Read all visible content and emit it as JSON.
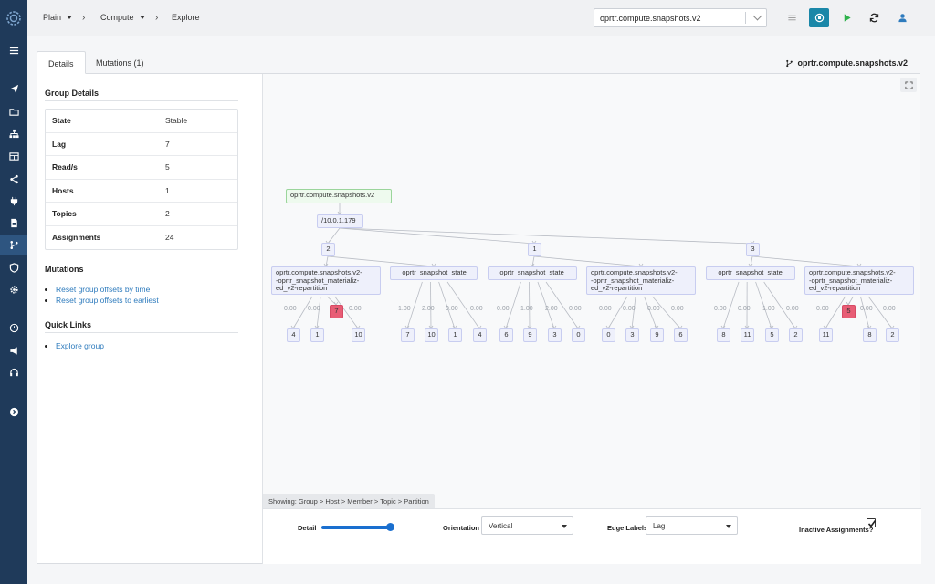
{
  "breadcrumb": {
    "root": "Plain",
    "section": "Compute",
    "page": "Explore"
  },
  "header": {
    "group_select_value": "oprtr.compute.snapshots.v2"
  },
  "tabs": [
    {
      "label": "Details"
    },
    {
      "label": "Mutations (1)"
    }
  ],
  "group_name": "oprtr.compute.snapshots.v2",
  "group_details": {
    "title": "Group Details",
    "rows": [
      {
        "key": "State",
        "value": "Stable"
      },
      {
        "key": "Lag",
        "value": "7"
      },
      {
        "key": "Read/s",
        "value": "5"
      },
      {
        "key": "Hosts",
        "value": "1"
      },
      {
        "key": "Topics",
        "value": "2"
      },
      {
        "key": "Assignments",
        "value": "24"
      }
    ]
  },
  "mutations": {
    "title": "Mutations",
    "links": [
      "Reset group offsets by time",
      "Reset group offsets to earliest"
    ]
  },
  "quick_links": {
    "title": "Quick Links",
    "links": [
      "Explore group"
    ]
  },
  "graph": {
    "group_node": "oprtr.compute.snapshots.v2",
    "host_node": "/10.0.1.179",
    "members": [
      "2",
      "1",
      "3"
    ],
    "topics": [
      {
        "line1": "oprtr.compute.snapshots.v2-",
        "line2": "-oprtr_snapshot_materializ-",
        "line3": "ed_v2-repartition"
      },
      {
        "line1": "__oprtr_snapshot_state"
      },
      {
        "line1": "__oprtr_snapshot_state"
      },
      {
        "line1": "oprtr.compute.snapshots.v2-",
        "line2": "-oprtr_snapshot_materializ-",
        "line3": "ed_v2-repartition"
      },
      {
        "line1": "__oprtr_snapshot_state"
      },
      {
        "line1": "oprtr.compute.snapshots.v2-",
        "line2": "-oprtr_snapshot_materializ-",
        "line3": "ed_v2-repartition"
      }
    ],
    "partitions": [
      {
        "id": "4",
        "lag": "0.00"
      },
      {
        "id": "1",
        "lag": "0.00"
      },
      {
        "id": "7",
        "lag": ""
      },
      {
        "id": "10",
        "lag": "0.00"
      },
      {
        "id": "7",
        "lag": "1.00"
      },
      {
        "id": "10",
        "lag": "2.00"
      },
      {
        "id": "1",
        "lag": "0.00"
      },
      {
        "id": "4",
        "lag": "0.00"
      },
      {
        "id": "6",
        "lag": "0.00"
      },
      {
        "id": "9",
        "lag": "1.00"
      },
      {
        "id": "3",
        "lag": "2.00"
      },
      {
        "id": "0",
        "lag": "0.00"
      },
      {
        "id": "0",
        "lag": "0.00"
      },
      {
        "id": "3",
        "lag": "0.00"
      },
      {
        "id": "9",
        "lag": "0.00"
      },
      {
        "id": "6",
        "lag": "0.00"
      },
      {
        "id": "8",
        "lag": "0.00"
      },
      {
        "id": "11",
        "lag": "0.00"
      },
      {
        "id": "5",
        "lag": "1.00"
      },
      {
        "id": "2",
        "lag": "0.00"
      },
      {
        "id": "11",
        "lag": "0.00"
      },
      {
        "id": "5",
        "lag": ""
      },
      {
        "id": "8",
        "lag": "0.00"
      },
      {
        "id": "2",
        "lag": "0.00"
      }
    ]
  },
  "showing": "Showing: Group > Host > Member > Topic > Partition",
  "controls": {
    "detail_label": "Detail",
    "detail_level": 1.0,
    "orientation_label": "Orientation",
    "orientation_value": "Vertical",
    "edge_labels_label": "Edge Labels",
    "edge_labels_value": "Lag",
    "inactive_label": "Inactive Assignments?",
    "inactive_checked": true
  },
  "colors": {
    "nav": "#1f3a5a",
    "accent": "#1a87a8",
    "link": "#2e7bbd",
    "hot_partition": "#e85d75",
    "play": "#2fb24c"
  }
}
